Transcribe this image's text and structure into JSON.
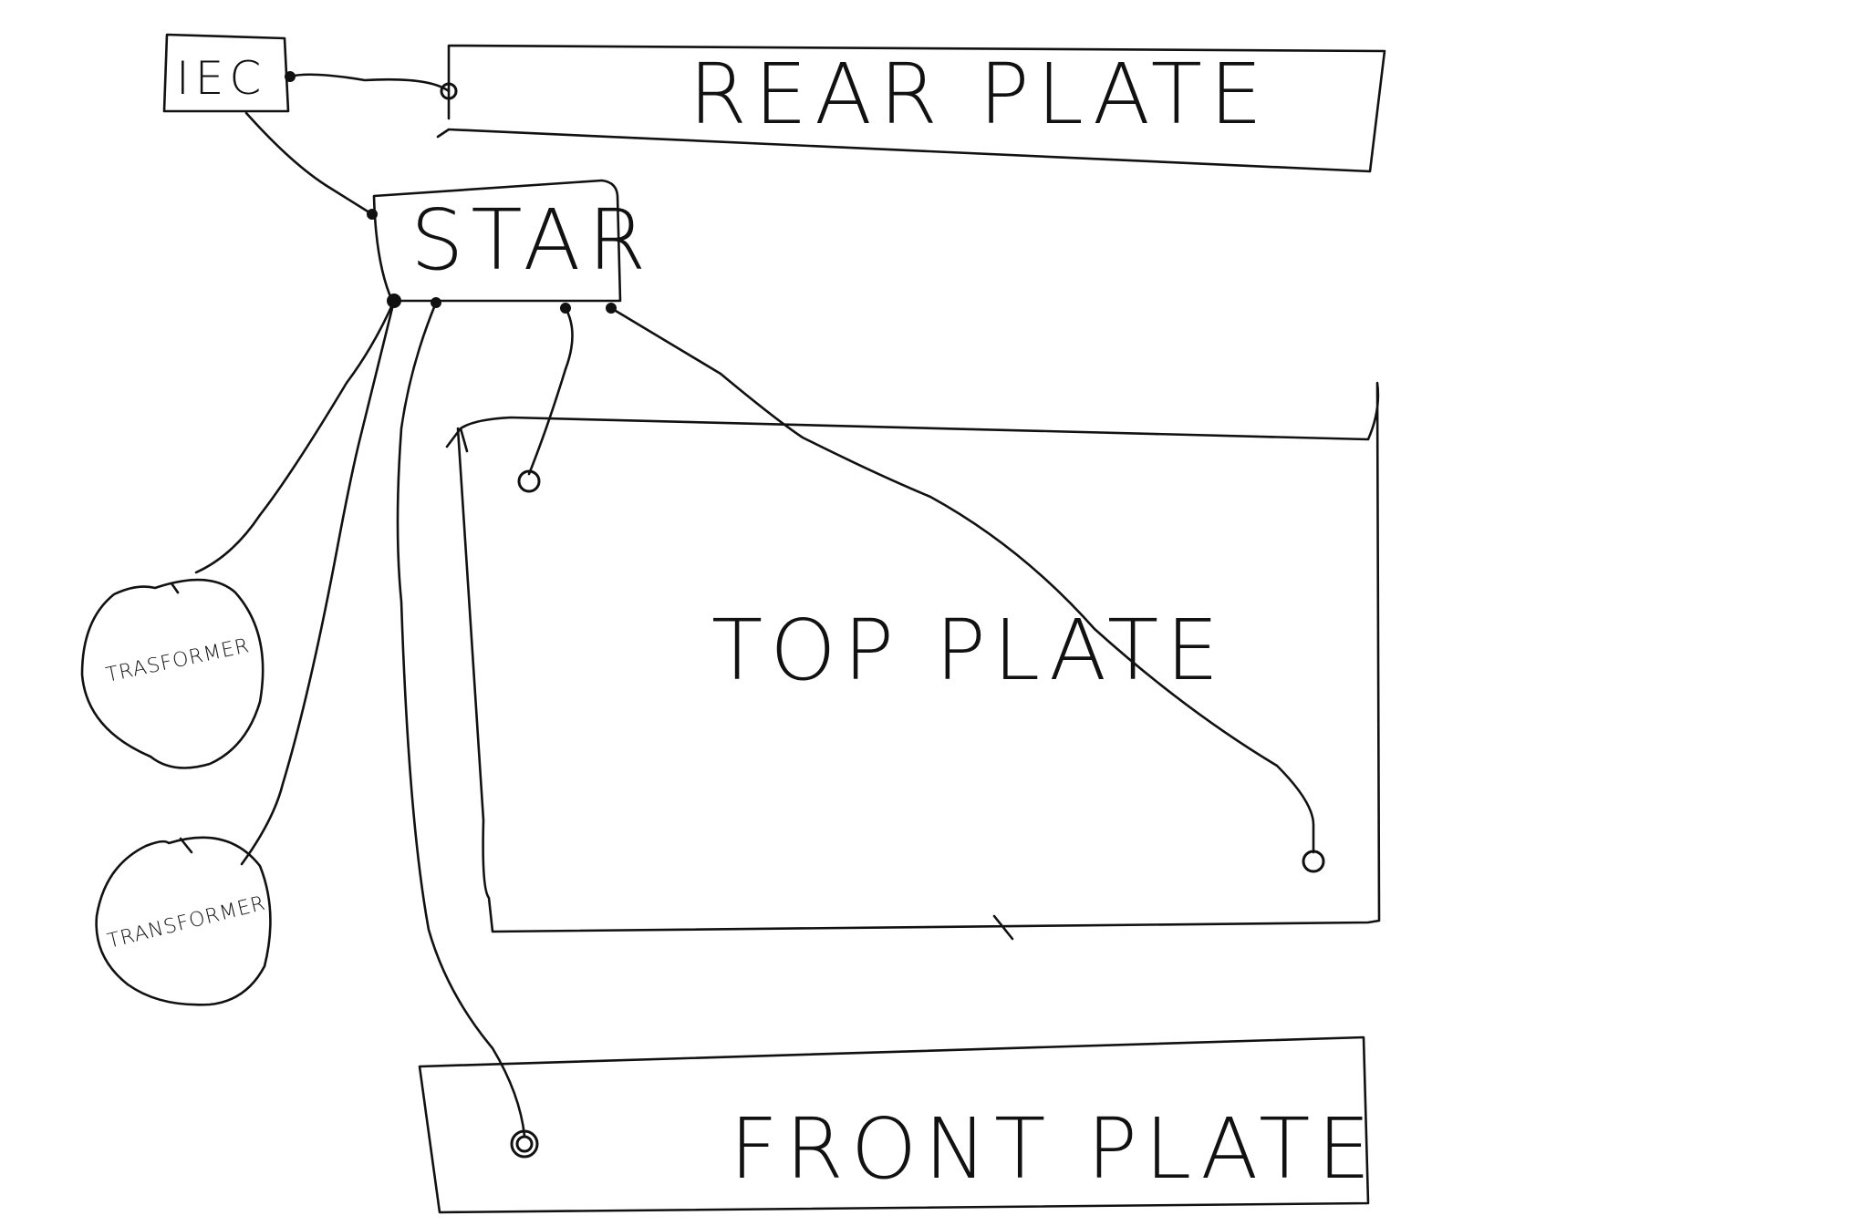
{
  "labels": {
    "iec": "IEC",
    "rear_plate": "REAR PLATE",
    "star": "STAR",
    "top_plate": "TOP PLATE",
    "front_plate": "FRONT PLATE",
    "transformer_1": "TRASFORMER",
    "transformer_2": "TRANSFORMER"
  }
}
